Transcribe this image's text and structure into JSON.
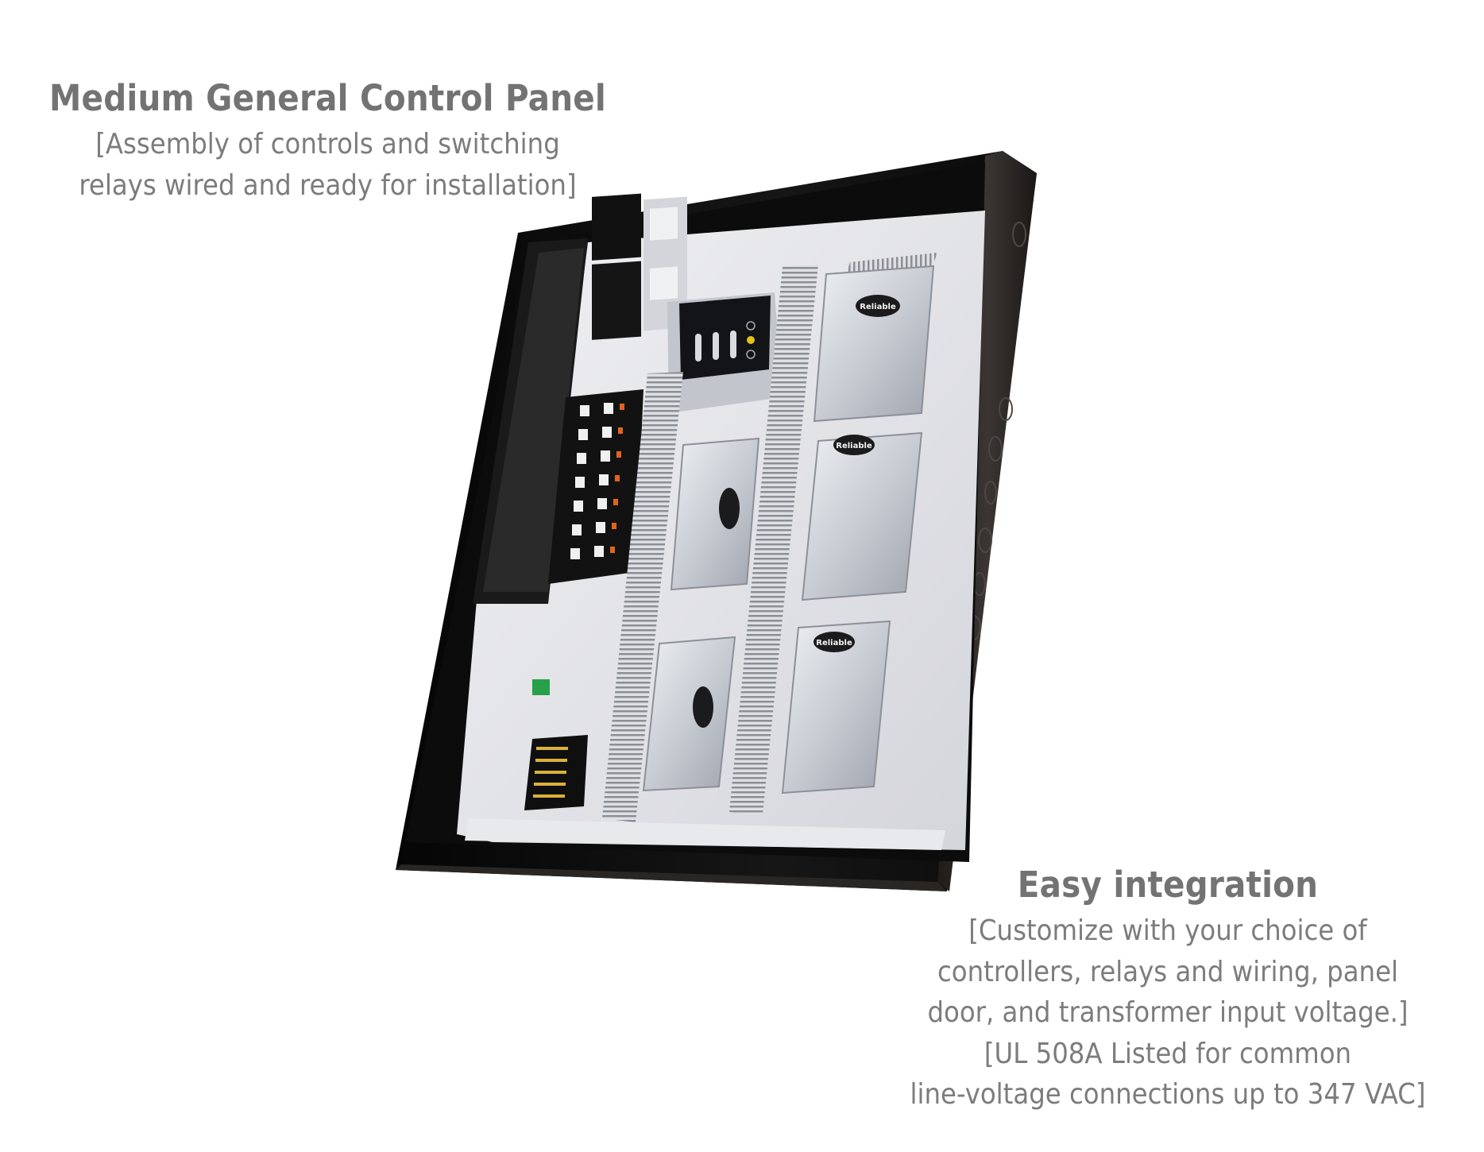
{
  "caption_top": {
    "title": "Medium General Control Panel",
    "lines": [
      "[Assembly of controls and switching",
      "relays wired and ready for installation]"
    ]
  },
  "caption_bottom": {
    "title": "Easy integration",
    "lines": [
      "[Customize with your choice of",
      "controllers, relays and wiring, panel",
      "door, and transformer input voltage.]",
      "[UL 508A Listed for common",
      "line-voltage connections up to 347 VAC]"
    ]
  },
  "brand_marking": "Reliable",
  "colors": {
    "enclosure": "#121212",
    "backplate": "#e9e9ee",
    "module": "#c9ccd3",
    "text": "#777777",
    "relay_accent": "#e0641e",
    "terminal_accent": "#d9b13a"
  }
}
